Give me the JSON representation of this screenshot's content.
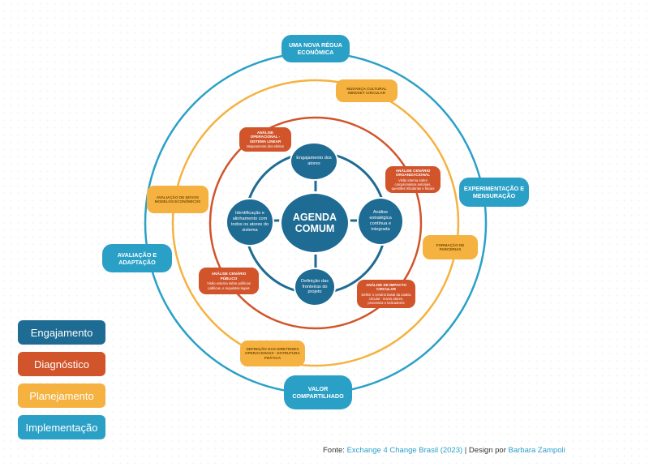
{
  "colors": {
    "engajamento": "#1e6b93",
    "diagnostico": "#d1542b",
    "planejamento": "#f5b240",
    "implementacao": "#2ba0c7"
  },
  "center": {
    "title": "AGENDA COMUM"
  },
  "inner_nodes": {
    "top": "Engajamento dos atores",
    "right": "Análise estratégica contínua e integrada",
    "bottom": "Definição das fronteiras do projeto",
    "left": "Identificação e alinhamento com todos os atores do sistema"
  },
  "diagnostico_boxes": {
    "top_left": {
      "title": "Análise operacional - sistema linear",
      "desc": "Mapeamento dos efeitos"
    },
    "right": {
      "title": "Análise cenário organizacional",
      "desc": "Visão interna sobre compromissos setoriais, questões tributárias e fiscais"
    },
    "left": {
      "title": "Análise cenário público",
      "desc": "Visão externa sobre políticas públicas, e requisitos legais"
    },
    "bottom_right": {
      "title": "Análise de impacto circular",
      "desc": "Definir o cenário basal da cadeia circular - novos atores, processos e indicadores"
    }
  },
  "planejamento_boxes": {
    "top": {
      "title": "Mudança cultural mindset circular"
    },
    "left": {
      "title": "Avaliação de novos modelos econômicos"
    },
    "right": {
      "title": "Formação de parcerias"
    },
    "bottom": {
      "title": "Definição das diretrizes operacionais - estrutura prática"
    }
  },
  "implementacao_boxes": {
    "top": {
      "title": "Uma nova régua econômica"
    },
    "right": {
      "title": "Experimentação e mensuração"
    },
    "left": {
      "title": "Avaliação e adaptação"
    },
    "bottom": {
      "title": "Valor compartilhado"
    }
  },
  "legend": {
    "engajamento": "Engajamento",
    "diagnostico": "Diagnóstico",
    "planejamento": "Planejamento",
    "implementacao": "Implementação"
  },
  "source": {
    "prefix": "Fonte: ",
    "reference": "Exchange 4 Change Brasil (2023)",
    "middle": " | Design por ",
    "designer": "Barbara Zampoli"
  }
}
